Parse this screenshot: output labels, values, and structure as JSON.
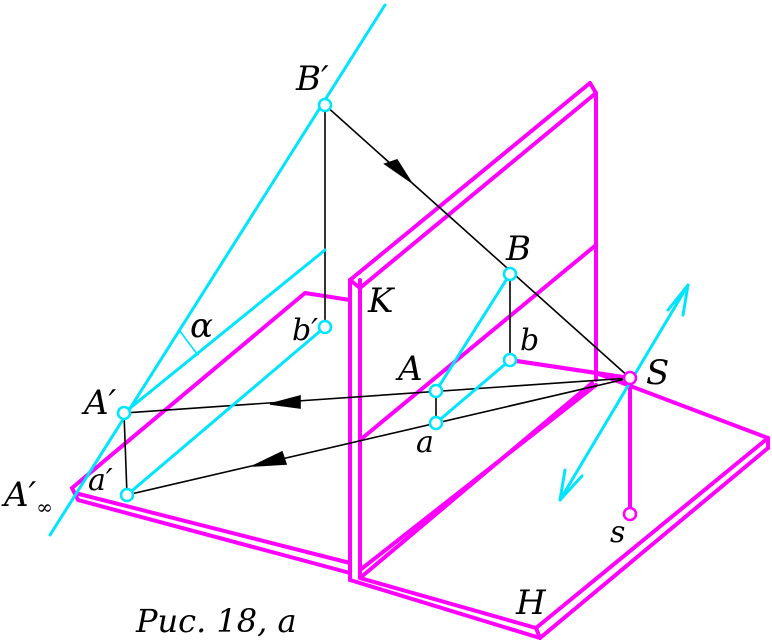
{
  "figure": {
    "caption": "Рис. 18, а",
    "colors": {
      "planes": "#ff00ff",
      "rays": "#00e5ff",
      "lines": "#000000",
      "background": "#ffffff"
    },
    "labels": {
      "B_prime": "B′",
      "b_prime": "b′",
      "alpha": "α",
      "A_prime": "A′",
      "a_prime": "a′",
      "A_prime_inf_main": "A′",
      "A_prime_inf_sub": "∞",
      "K": "K",
      "B": "B",
      "b": "b",
      "A": "A",
      "a": "a",
      "S": "S",
      "s": "s",
      "H": "H"
    }
  }
}
